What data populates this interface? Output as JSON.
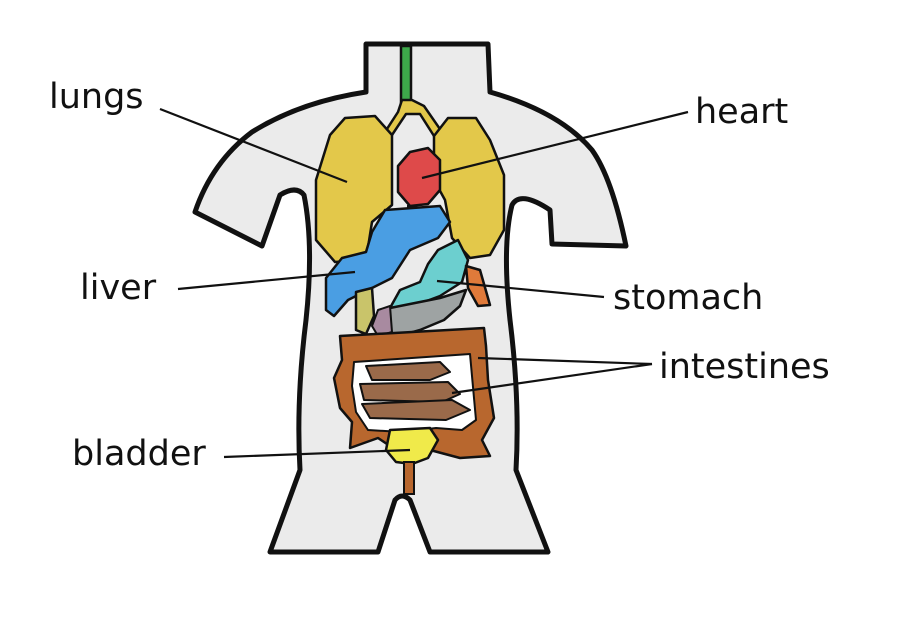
{
  "labels": {
    "lungs": "lungs",
    "heart": "heart",
    "liver": "liver",
    "stomach": "stomach",
    "intestines": "intestines",
    "bladder": "bladder"
  },
  "colors": {
    "body": "#ebebeb",
    "outline": "#111111",
    "lungs": "#e3c84a",
    "heart": "#de4a4a",
    "liver": "#4a9ee3",
    "stomach": "#6ccfcf",
    "intestines": "#b8672e",
    "small_intestine": "#9a6a4a",
    "bladder": "#f0ea4a",
    "trachea": "#3da84a",
    "gallbladder": "#c9c46a",
    "pancreas": "#9ea3a3"
  }
}
